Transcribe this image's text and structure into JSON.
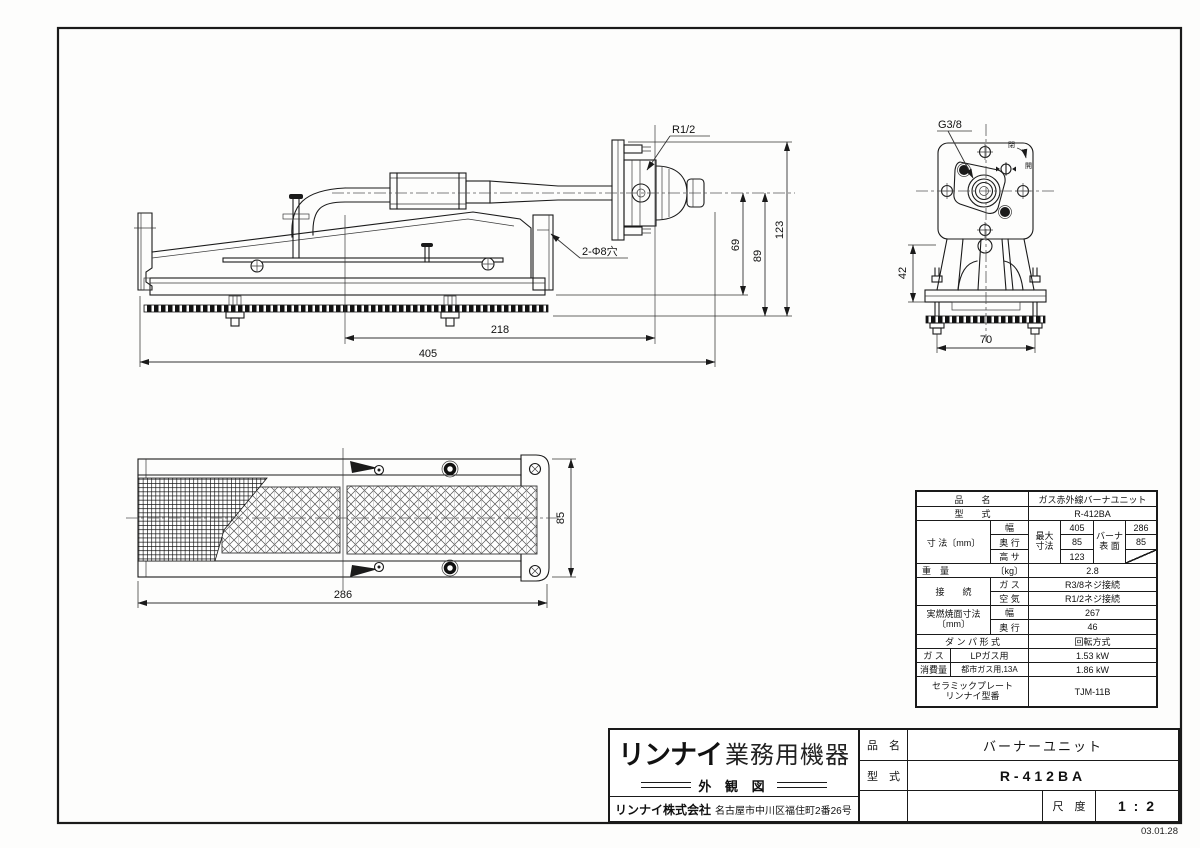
{
  "sheet": {
    "date_stamp": "03.01.28"
  },
  "side_view": {
    "label_r12": "R1/2",
    "label_holes": "2-Φ8穴",
    "dim_218": "218",
    "dim_405": "405",
    "dim_69": "69",
    "dim_89": "89",
    "dim_123": "123"
  },
  "end_view": {
    "label_g38": "G3/8",
    "label_closed": "閉",
    "label_open": "開",
    "dim_42": "42",
    "dim_70": "70"
  },
  "plan_view": {
    "dim_286": "286",
    "dim_85": "85"
  },
  "spec_table": {
    "r1_label": "品　　名",
    "r1_value": "ガス赤外線バーナユニット",
    "r2_label": "型　　式",
    "r2_value": "R-412BA",
    "dims_label": "寸 法〔mm〕",
    "dims_sub_width": "幅",
    "dims_sub_depth": "奥 行",
    "dims_sub_height": "高 サ",
    "max_label_1": "最大",
    "max_label_2": "寸法",
    "max_width": "405",
    "max_depth": "85",
    "max_height": "123",
    "burner_label_1": "バーナ",
    "burner_label_2": "表 面",
    "burner_width": "286",
    "burner_depth": "85",
    "weight_label": "重　量",
    "weight_unit": "〔kg〕",
    "weight_value": "2.8",
    "conn_label": "接　　続",
    "conn_gas_label": "ガ ス",
    "conn_gas_value": "R3/8ネジ接続",
    "conn_air_label": "空 気",
    "conn_air_value": "R1/2ネジ接続",
    "surface_label_1": "実燃焼面寸法",
    "surface_label_2": "〔mm〕",
    "surface_width_label": "幅",
    "surface_width_value": "267",
    "surface_depth_label": "奥 行",
    "surface_depth_value": "46",
    "damper_label": "ダ ン パ 形 式",
    "damper_value": "回転方式",
    "cons_gas_label": "ガ ス",
    "cons_lp_label": "LPガス用",
    "cons_lp_value": "1.53 kW",
    "cons_label": "消費量",
    "cons_city_label": "都市ガス用,13A",
    "cons_city_value": "1.86 kW",
    "ceramic_label_1": "セラミックプレート",
    "ceramic_label_2": "リンナイ型番",
    "ceramic_value": "TJM-11B"
  },
  "title_block": {
    "brand": "リンナイ",
    "brand_suffix": "業務用機器",
    "doc_type": "外 観 図",
    "company": "リンナイ株式会社",
    "address": "名古屋市中川区福住町2番26号",
    "name_label": "品　名",
    "name_value": "バーナーユニット",
    "model_label": "型　式",
    "model_value": "R-412BA",
    "scale_label": "尺　度",
    "scale_value": "1 : 2"
  }
}
